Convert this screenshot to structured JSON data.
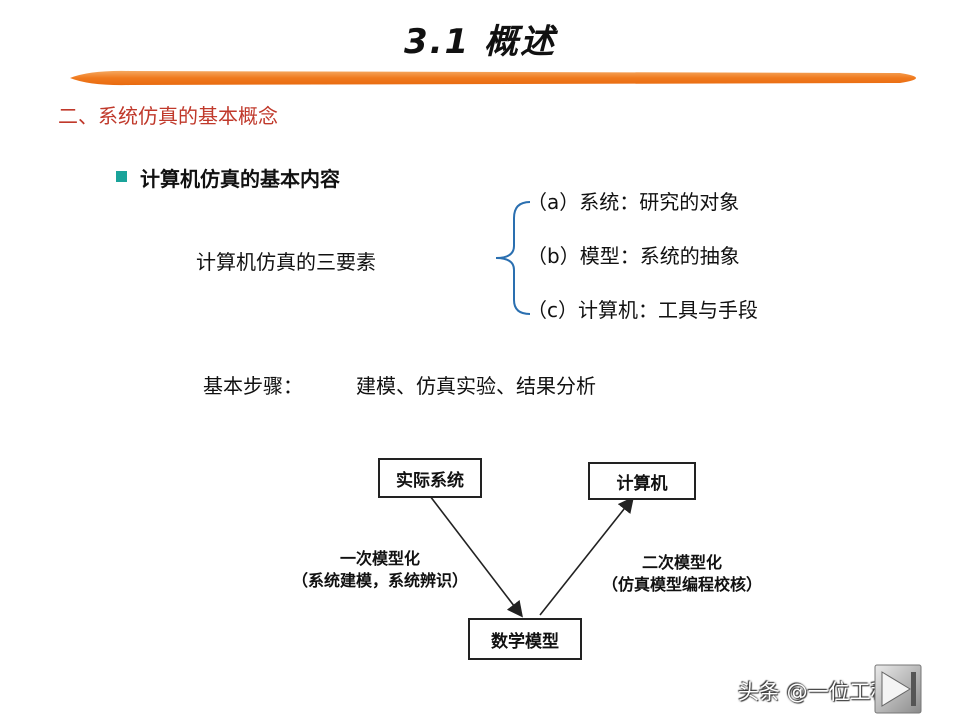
{
  "slide": {
    "title": "3.1 概述",
    "section_heading": "二、系统仿真的基本概念",
    "bullet": "计算机仿真的基本内容",
    "three_elements": {
      "label": "计算机仿真的三要素",
      "items": [
        "（a）系统：研究的对象",
        "（b）模型：系统的抽象",
        "（c）计算机：工具与手段"
      ]
    },
    "steps": {
      "label": "基本步骤：",
      "value": "建模、仿真实验、结果分析"
    },
    "diagram": {
      "real_system": "实际系统",
      "computer": "计算机",
      "math_model": "数学模型",
      "first_modeling": "一次模型化",
      "first_modeling_detail": "（系统建模，系统辨识）",
      "second_modeling": "二次模型化",
      "second_modeling_detail": "（仿真模型编程校核）"
    }
  },
  "watermark": "头条 @一位工程师",
  "colors": {
    "accent_bar": "#f07a1e",
    "heading_red": "#c0392b",
    "bullet_teal": "#1aa39a"
  },
  "icons": [
    "next-arrow-icon"
  ]
}
